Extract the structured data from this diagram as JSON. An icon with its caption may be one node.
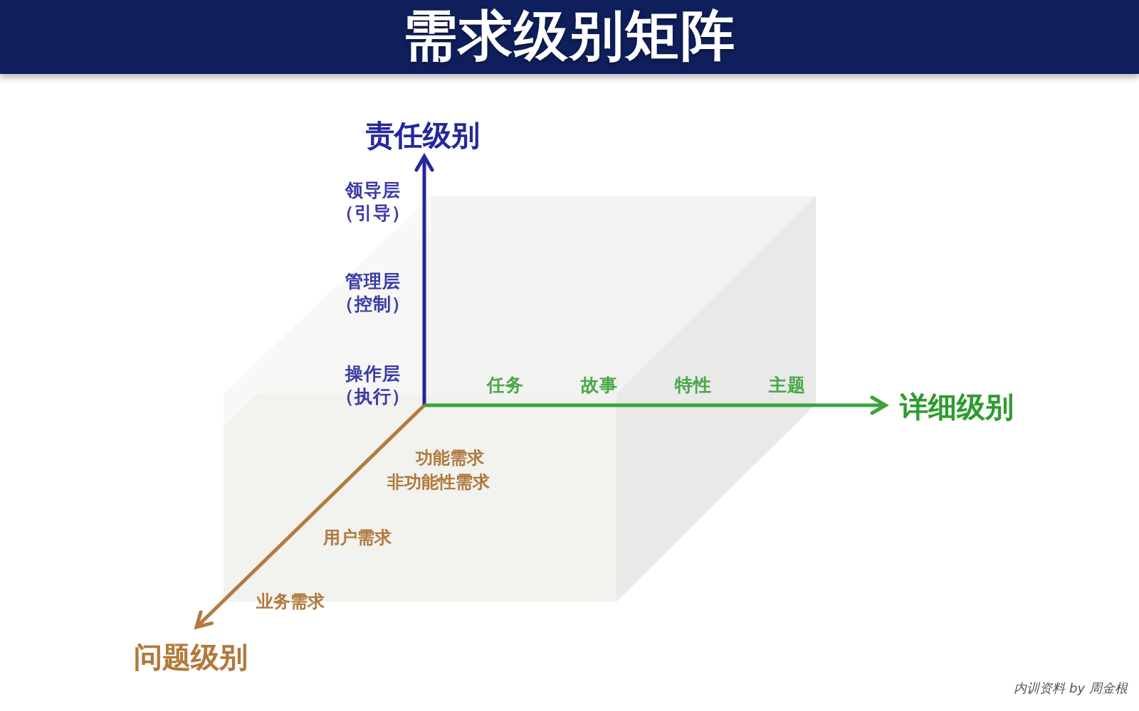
{
  "diagram": {
    "title": "需求级别矩阵",
    "labels": [
      "责任级别",
      "领导层（引导）",
      "管理层（控制）",
      "操作层（执行）",
      "任务",
      "故事",
      "特性",
      "主题",
      "详细级别",
      "功能需求",
      "非功能性需求",
      "用户需求",
      "业务需求",
      "问题级别",
      "内训资料 by 周金根"
    ]
  }
}
